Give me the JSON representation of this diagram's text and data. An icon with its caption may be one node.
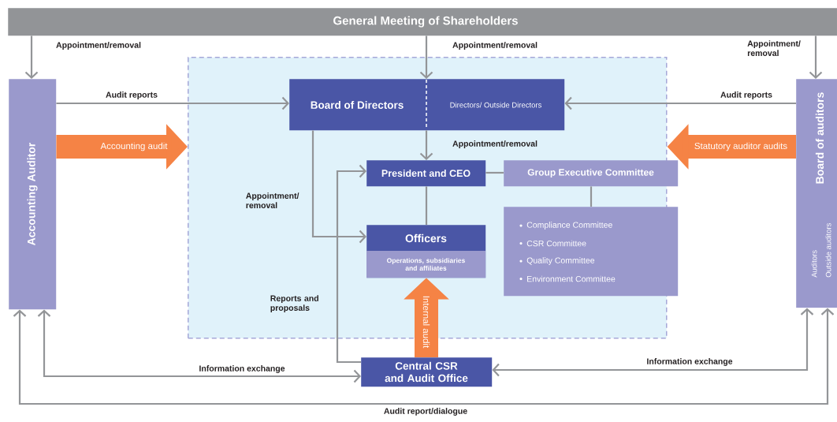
{
  "diagram": {
    "nodes": [
      {
        "text": [
          "General Meeting of Shareholders"
        ]
      },
      {
        "text": [
          "Accounting Auditor"
        ]
      },
      {
        "text": [],
        "shape": "box"
      },
      {
        "text": [
          "Board of Directors",
          "Directors/ Outside Directors"
        ],
        "in": 2
      },
      {
        "text": [
          "President and CEO"
        ],
        "in": 2
      },
      {
        "text": [
          "Group Executive Committee"
        ]
      },
      {
        "text": [
          "Compliance Committee",
          "CSR Committee",
          "Quality Committee",
          "Environment Committee"
        ]
      },
      {
        "text": [
          "Officers",
          "Operations, subsidiaries and affiliates"
        ],
        "in": 2
      },
      {
        "text": [
          "Board of auditors",
          "Auditors",
          "Outside auditors"
        ]
      },
      {
        "text": [
          "Central CSR and Audit Office"
        ]
      }
    ],
    "edges": [
      {
        "from": 0,
        "to": 1,
        "arrow": "to",
        "label": "Appointment/removal"
      },
      {
        "from": 0,
        "to": 3,
        "arrow": "to",
        "label": "Appointment/removal"
      },
      {
        "from": 0,
        "to": 8,
        "arrow": "to",
        "label": "Appointment/ removal"
      },
      {
        "from": 1,
        "to": 3,
        "arrow": "to",
        "label": "Audit reports"
      },
      {
        "from": 8,
        "to": 3,
        "arrow": "to",
        "label": "Audit reports"
      },
      {
        "from": 1,
        "to": 2,
        "arrow": "to",
        "label": "Accounting audit",
        "style": "thick",
        "color": "#f58345"
      },
      {
        "from": 8,
        "to": 2,
        "arrow": "to",
        "label": "Statutory auditor audits",
        "style": "thick",
        "color": "#f58345"
      },
      {
        "from": 3,
        "to": 4,
        "arrow": "to",
        "label": "Appointment/removal"
      },
      {
        "from": 3,
        "to": 7,
        "arrow": "to",
        "label": "Appointment/ removal"
      },
      {
        "from": 4,
        "to": 5,
        "arrow": "none"
      },
      {
        "from": 4,
        "to": 7,
        "arrow": "none"
      },
      {
        "from": 5,
        "to": 6,
        "arrow": "none"
      },
      {
        "from": 9,
        "to": 7,
        "arrow": "to",
        "label": "Internal audit",
        "style": "thick",
        "color": "#f58345"
      },
      {
        "from": 9,
        "to": 4,
        "arrow": "to",
        "label": "Reports and proposals"
      },
      {
        "from": 1,
        "to": 9,
        "arrow": "both",
        "label": "Information exchange"
      },
      {
        "from": 8,
        "to": 9,
        "arrow": "both",
        "label": "Information exchange"
      },
      {
        "from": 1,
        "to": 8,
        "arrow": "both",
        "label": "Audit report/dialogue"
      }
    ]
  }
}
